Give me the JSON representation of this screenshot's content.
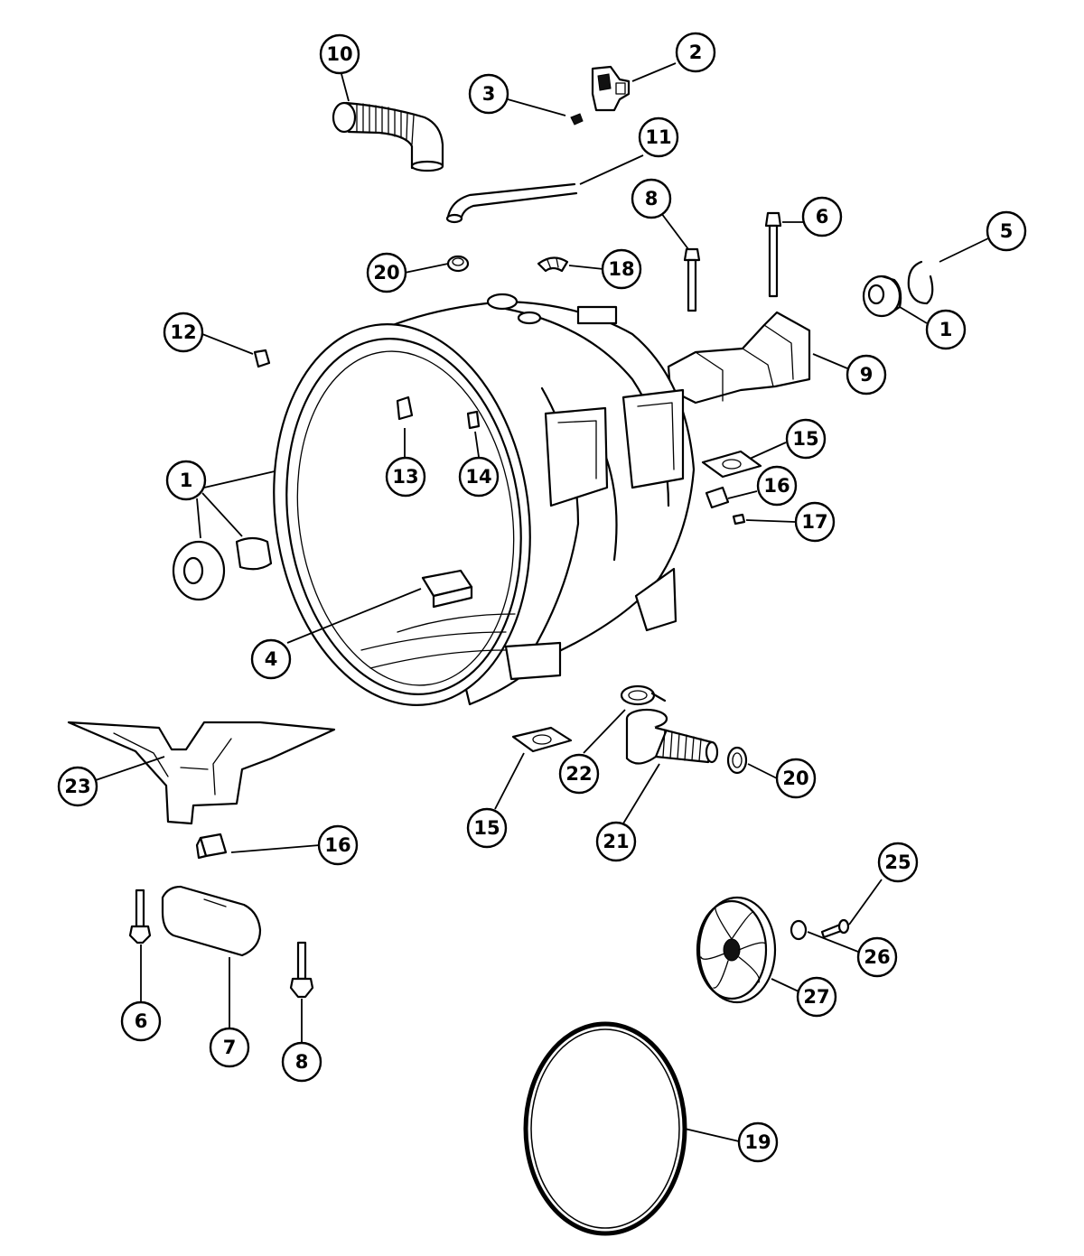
{
  "callouts": [
    {
      "id": "c10a",
      "label": "10"
    },
    {
      "id": "c2",
      "label": "2"
    },
    {
      "id": "c3",
      "label": "3"
    },
    {
      "id": "c11",
      "label": "11"
    },
    {
      "id": "c8a",
      "label": "8"
    },
    {
      "id": "c6a",
      "label": "6"
    },
    {
      "id": "c5",
      "label": "5"
    },
    {
      "id": "c1a",
      "label": "1"
    },
    {
      "id": "c20a",
      "label": "20"
    },
    {
      "id": "c18",
      "label": "18"
    },
    {
      "id": "c12",
      "label": "12"
    },
    {
      "id": "c9",
      "label": "9"
    },
    {
      "id": "c15a",
      "label": "15"
    },
    {
      "id": "c16a",
      "label": "16"
    },
    {
      "id": "c17",
      "label": "17"
    },
    {
      "id": "c1b",
      "label": "1"
    },
    {
      "id": "c13",
      "label": "13"
    },
    {
      "id": "c14",
      "label": "14"
    },
    {
      "id": "c4",
      "label": "4"
    },
    {
      "id": "c22",
      "label": "22"
    },
    {
      "id": "c20b",
      "label": "20"
    },
    {
      "id": "c23",
      "label": "23"
    },
    {
      "id": "c15b",
      "label": "15"
    },
    {
      "id": "c21",
      "label": "21"
    },
    {
      "id": "c16b",
      "label": "16"
    },
    {
      "id": "c25",
      "label": "25"
    },
    {
      "id": "c26",
      "label": "26"
    },
    {
      "id": "c27",
      "label": "27"
    },
    {
      "id": "c6b",
      "label": "6"
    },
    {
      "id": "c7",
      "label": "7"
    },
    {
      "id": "c8b",
      "label": "8"
    },
    {
      "id": "c19",
      "label": "19"
    }
  ]
}
